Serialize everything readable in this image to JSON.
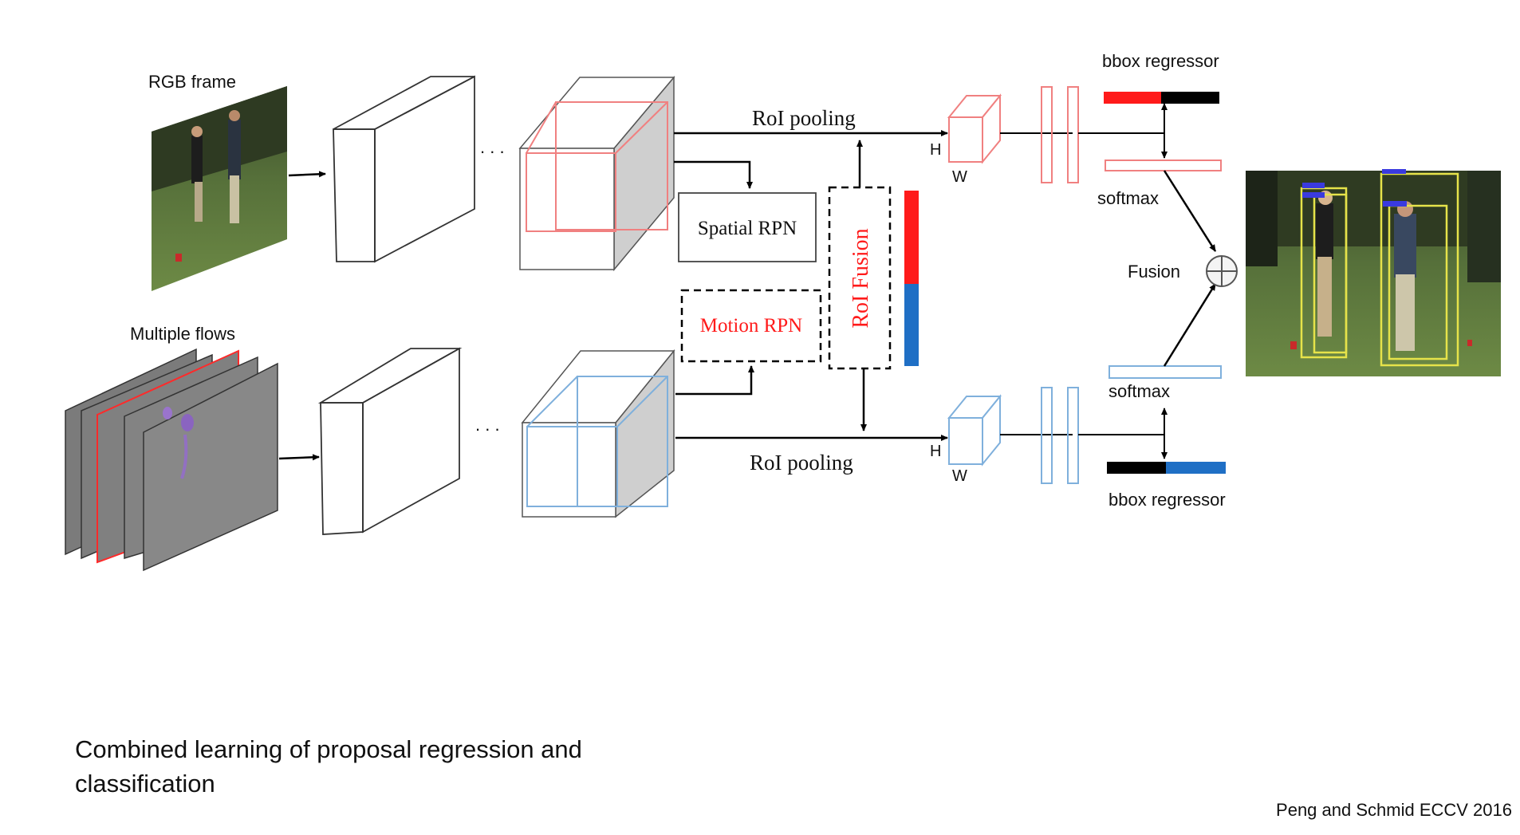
{
  "diagram": {
    "rgb_label": "RGB frame",
    "flows_label": "Multiple flows",
    "ellipsis": ". . .",
    "roi_pooling_top": "RoI pooling",
    "roi_pooling_bottom": "RoI pooling",
    "spatial_rpn": "Spatial RPN",
    "motion_rpn": "Motion RPN",
    "roi_fusion": "RoI Fusion",
    "h_label": "H",
    "w_label": "W",
    "bbox_regressor_top": "bbox regressor",
    "bbox_regressor_bottom": "bbox regressor",
    "softmax_top": "softmax",
    "softmax_bottom": "softmax",
    "fusion": "Fusion"
  },
  "colors": {
    "red": "#ff1a1a",
    "blue": "#1f6fc5",
    "red_light": "#f28a8a",
    "blue_light": "#8fb8de",
    "black": "#000000"
  },
  "caption": "Combined learning of proposal regression and classification",
  "credit": "Peng and Schmid ECCV 2016"
}
